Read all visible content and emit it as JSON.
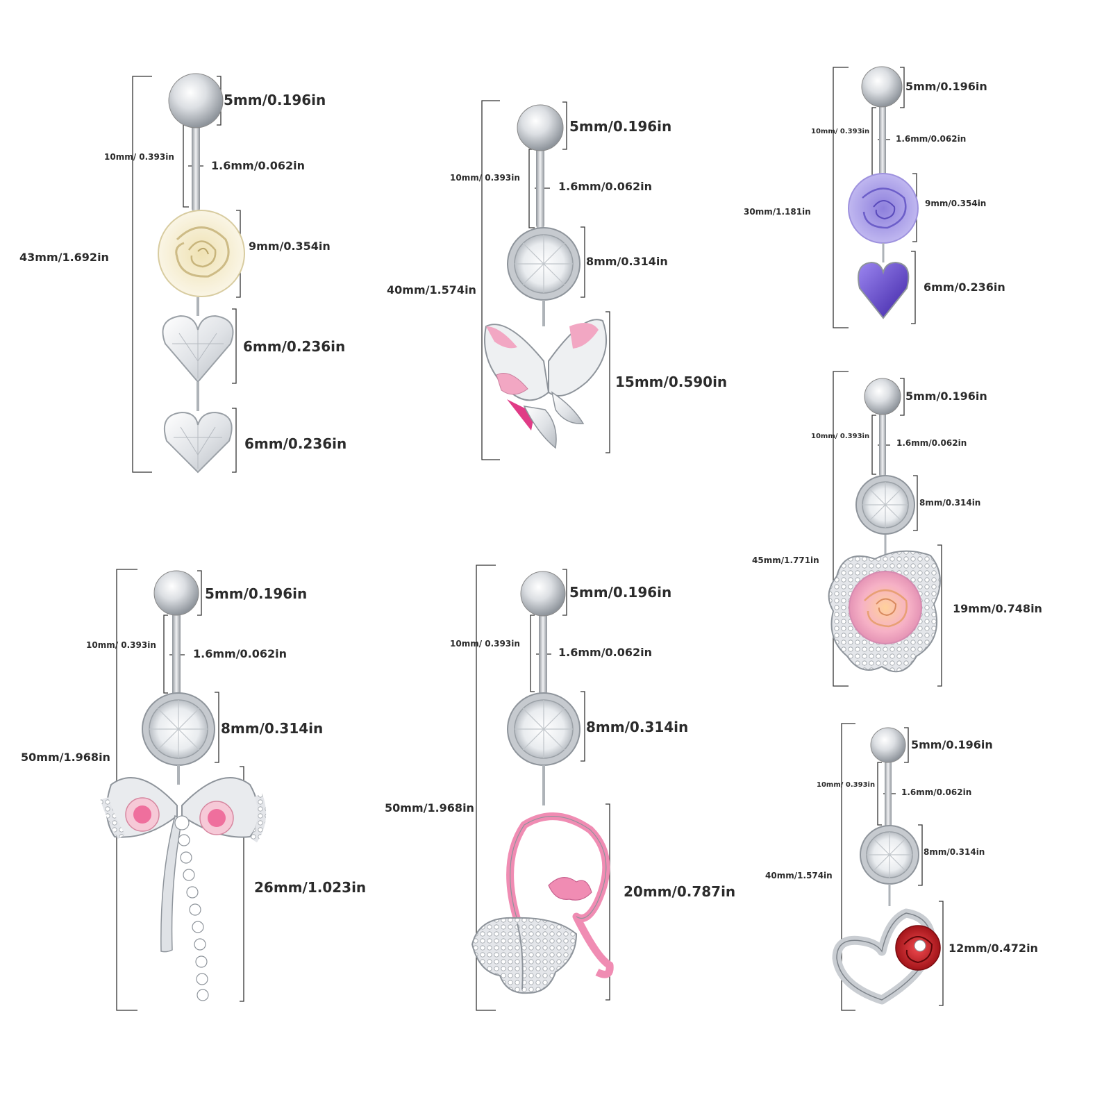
{
  "product_image": {
    "background": "#ffffff",
    "metal_color": "#c9cdd2",
    "items": [
      {
        "pendant": "cream-rose-double-clear-heart",
        "accent_colors": [
          "#f4ecd2",
          "#ffffff"
        ],
        "labels": {
          "total": "43mm/1.692in",
          "ball": "5mm/0.196in",
          "bar_length": "10mm/ 0.393in",
          "gauge": "1.6mm/0.062in",
          "flower": "9mm/0.354in",
          "heart_1": "6mm/0.236in",
          "heart_2": "6mm/0.236in"
        }
      },
      {
        "pendant": "pink-white-butterfly-leaves",
        "accent_colors": [
          "#f2a7c3",
          "#e03b86"
        ],
        "labels": {
          "total": "40mm/1.574in",
          "ball": "5mm/0.196in",
          "bar_length": "10mm/ 0.393in",
          "gauge": "1.6mm/0.062in",
          "gem": "8mm/0.314in",
          "pendant": "15mm/0.590in"
        }
      },
      {
        "pendant": "purple-rose-purple-heart",
        "accent_colors": [
          "#a89be6",
          "#5b3fbf"
        ],
        "labels": {
          "total": "30mm/1.181in",
          "ball": "5mm/0.196in",
          "bar_length": "10mm/ 0.393in",
          "gauge": "1.6mm/0.062in",
          "flower": "9mm/0.354in",
          "heart": "6mm/0.236in"
        }
      },
      {
        "pendant": "pink-rose-crystal-frame",
        "accent_colors": [
          "#f3a7c2",
          "#ffc79a"
        ],
        "labels": {
          "total": "45mm/1.771in",
          "ball": "5mm/0.196in",
          "bar_length": "10mm/ 0.393in",
          "gauge": "1.6mm/0.062in",
          "gem": "8mm/0.314in",
          "pendant": "19mm/0.748in"
        }
      },
      {
        "pendant": "silver-bow-pink-roses-crystal-tail",
        "accent_colors": [
          "#ef6f9d",
          "#ffffff"
        ],
        "labels": {
          "total": "50mm/1.968in",
          "ball": "5mm/0.196in",
          "bar_length": "10mm/ 0.393in",
          "gauge": "1.6mm/0.062in",
          "gem": "8mm/0.314in",
          "pendant": "26mm/1.023in"
        }
      },
      {
        "pendant": "pink-heart-crystal-butterfly",
        "accent_colors": [
          "#f08cb3",
          "#e8e8ee"
        ],
        "labels": {
          "total": "50mm/1.968in",
          "ball": "5mm/0.196in",
          "bar_length": "10mm/ 0.393in",
          "gauge": "1.6mm/0.062in",
          "gem": "8mm/0.314in",
          "pendant": "20mm/0.787in"
        }
      },
      {
        "pendant": "silver-heart-red-rose",
        "accent_colors": [
          "#c4161c",
          "#d9dbe0"
        ],
        "labels": {
          "total": "40mm/1.574in",
          "ball": "5mm/0.196in",
          "bar_length": "10mm/ 0.393in",
          "gauge": "1.6mm/0.062in",
          "gem": "8mm/0.314in",
          "pendant": "12mm/0.472in"
        }
      }
    ]
  }
}
